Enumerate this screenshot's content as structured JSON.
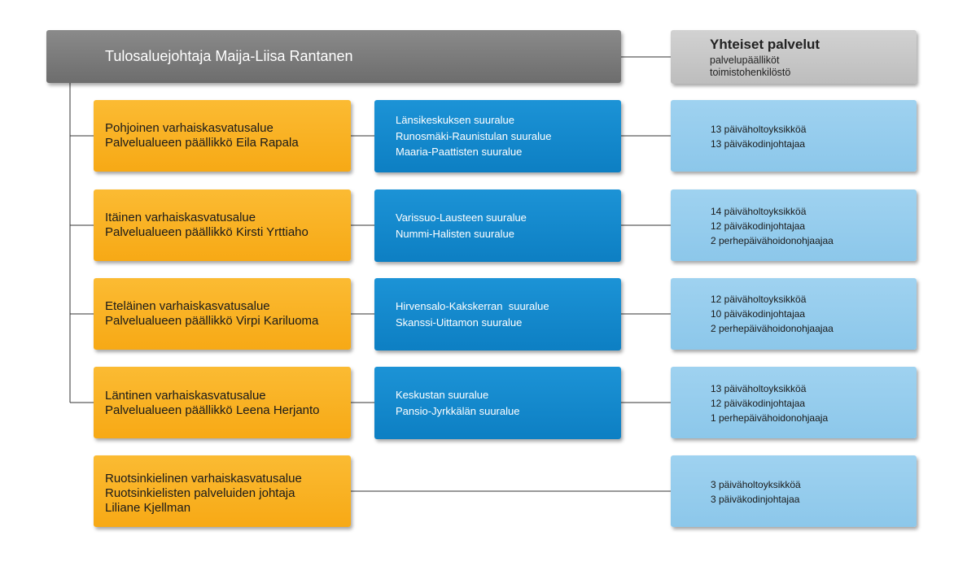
{
  "director": {
    "label": "Tulosaluejohtaja Maija-Liisa Rantanen"
  },
  "shared_services": {
    "title": "Yhteiset palvelut",
    "lines": [
      "palvelupäälliköt",
      "toimistohenkilöstö"
    ]
  },
  "areas": [
    {
      "name": "Pohjoinen varhaiskasvatusalue",
      "manager": "Palvelualueen päällikkö Eila Rapala",
      "sub_areas": [
        "Länsikeskuksen suuralue",
        "Runosmäki-Raunistulan suuralue",
        "Maaria-Paattisten suuralue"
      ],
      "stats": [
        "13 päiväholtoyksikköä",
        "13 päiväkodinjohtajaa"
      ]
    },
    {
      "name": "Itäinen varhaiskasvatusalue",
      "manager": "Palvelualueen päällikkö Kirsti Yrttiaho",
      "sub_areas": [
        "Varissuo-Lausteen suuralue",
        "Nummi-Halisten suuralue"
      ],
      "stats": [
        "14 päiväholtoyksikköä",
        "12 päiväkodinjohtajaa",
        "2 perhepäivähoidonohjaajaa"
      ]
    },
    {
      "name": "Eteläinen varhaiskasvatusalue",
      "manager": "Palvelualueen päällikkö Virpi Kariluoma",
      "sub_areas": [
        "Hirvensalo-Kakskerran  suuralue",
        "Skanssi-Uittamon suuralue"
      ],
      "stats": [
        "12 päiväholtoyksikköä",
        "10 päiväkodinjohtajaa",
        "2 perhepäivähoidonohjaajaa"
      ]
    },
    {
      "name": "Läntinen varhaiskasvatusalue",
      "manager": "Palvelualueen päällikkö Leena Herjanto",
      "sub_areas": [
        "Keskustan suuralue",
        "Pansio-Jyrkkälän suuralue"
      ],
      "stats": [
        "13 päiväholtoyksikköä",
        "12 päiväkodinjohtajaa",
        "1 perhepäivähoidonohjaaja"
      ]
    },
    {
      "name": "Ruotsinkielinen varhaiskasvatusalue",
      "manager": "Ruotsinkielisten palveluiden johtaja",
      "manager_name": "Liliane Kjellman",
      "stats": [
        "3 päiväholtoyksikköä",
        "3 päiväkodinjohtajaa"
      ]
    }
  ],
  "colors": {
    "director": "#777777",
    "shared": "#c8c8c8",
    "area": "#f9b125",
    "sub_area": "#1488cc",
    "stats": "#95cdee"
  }
}
